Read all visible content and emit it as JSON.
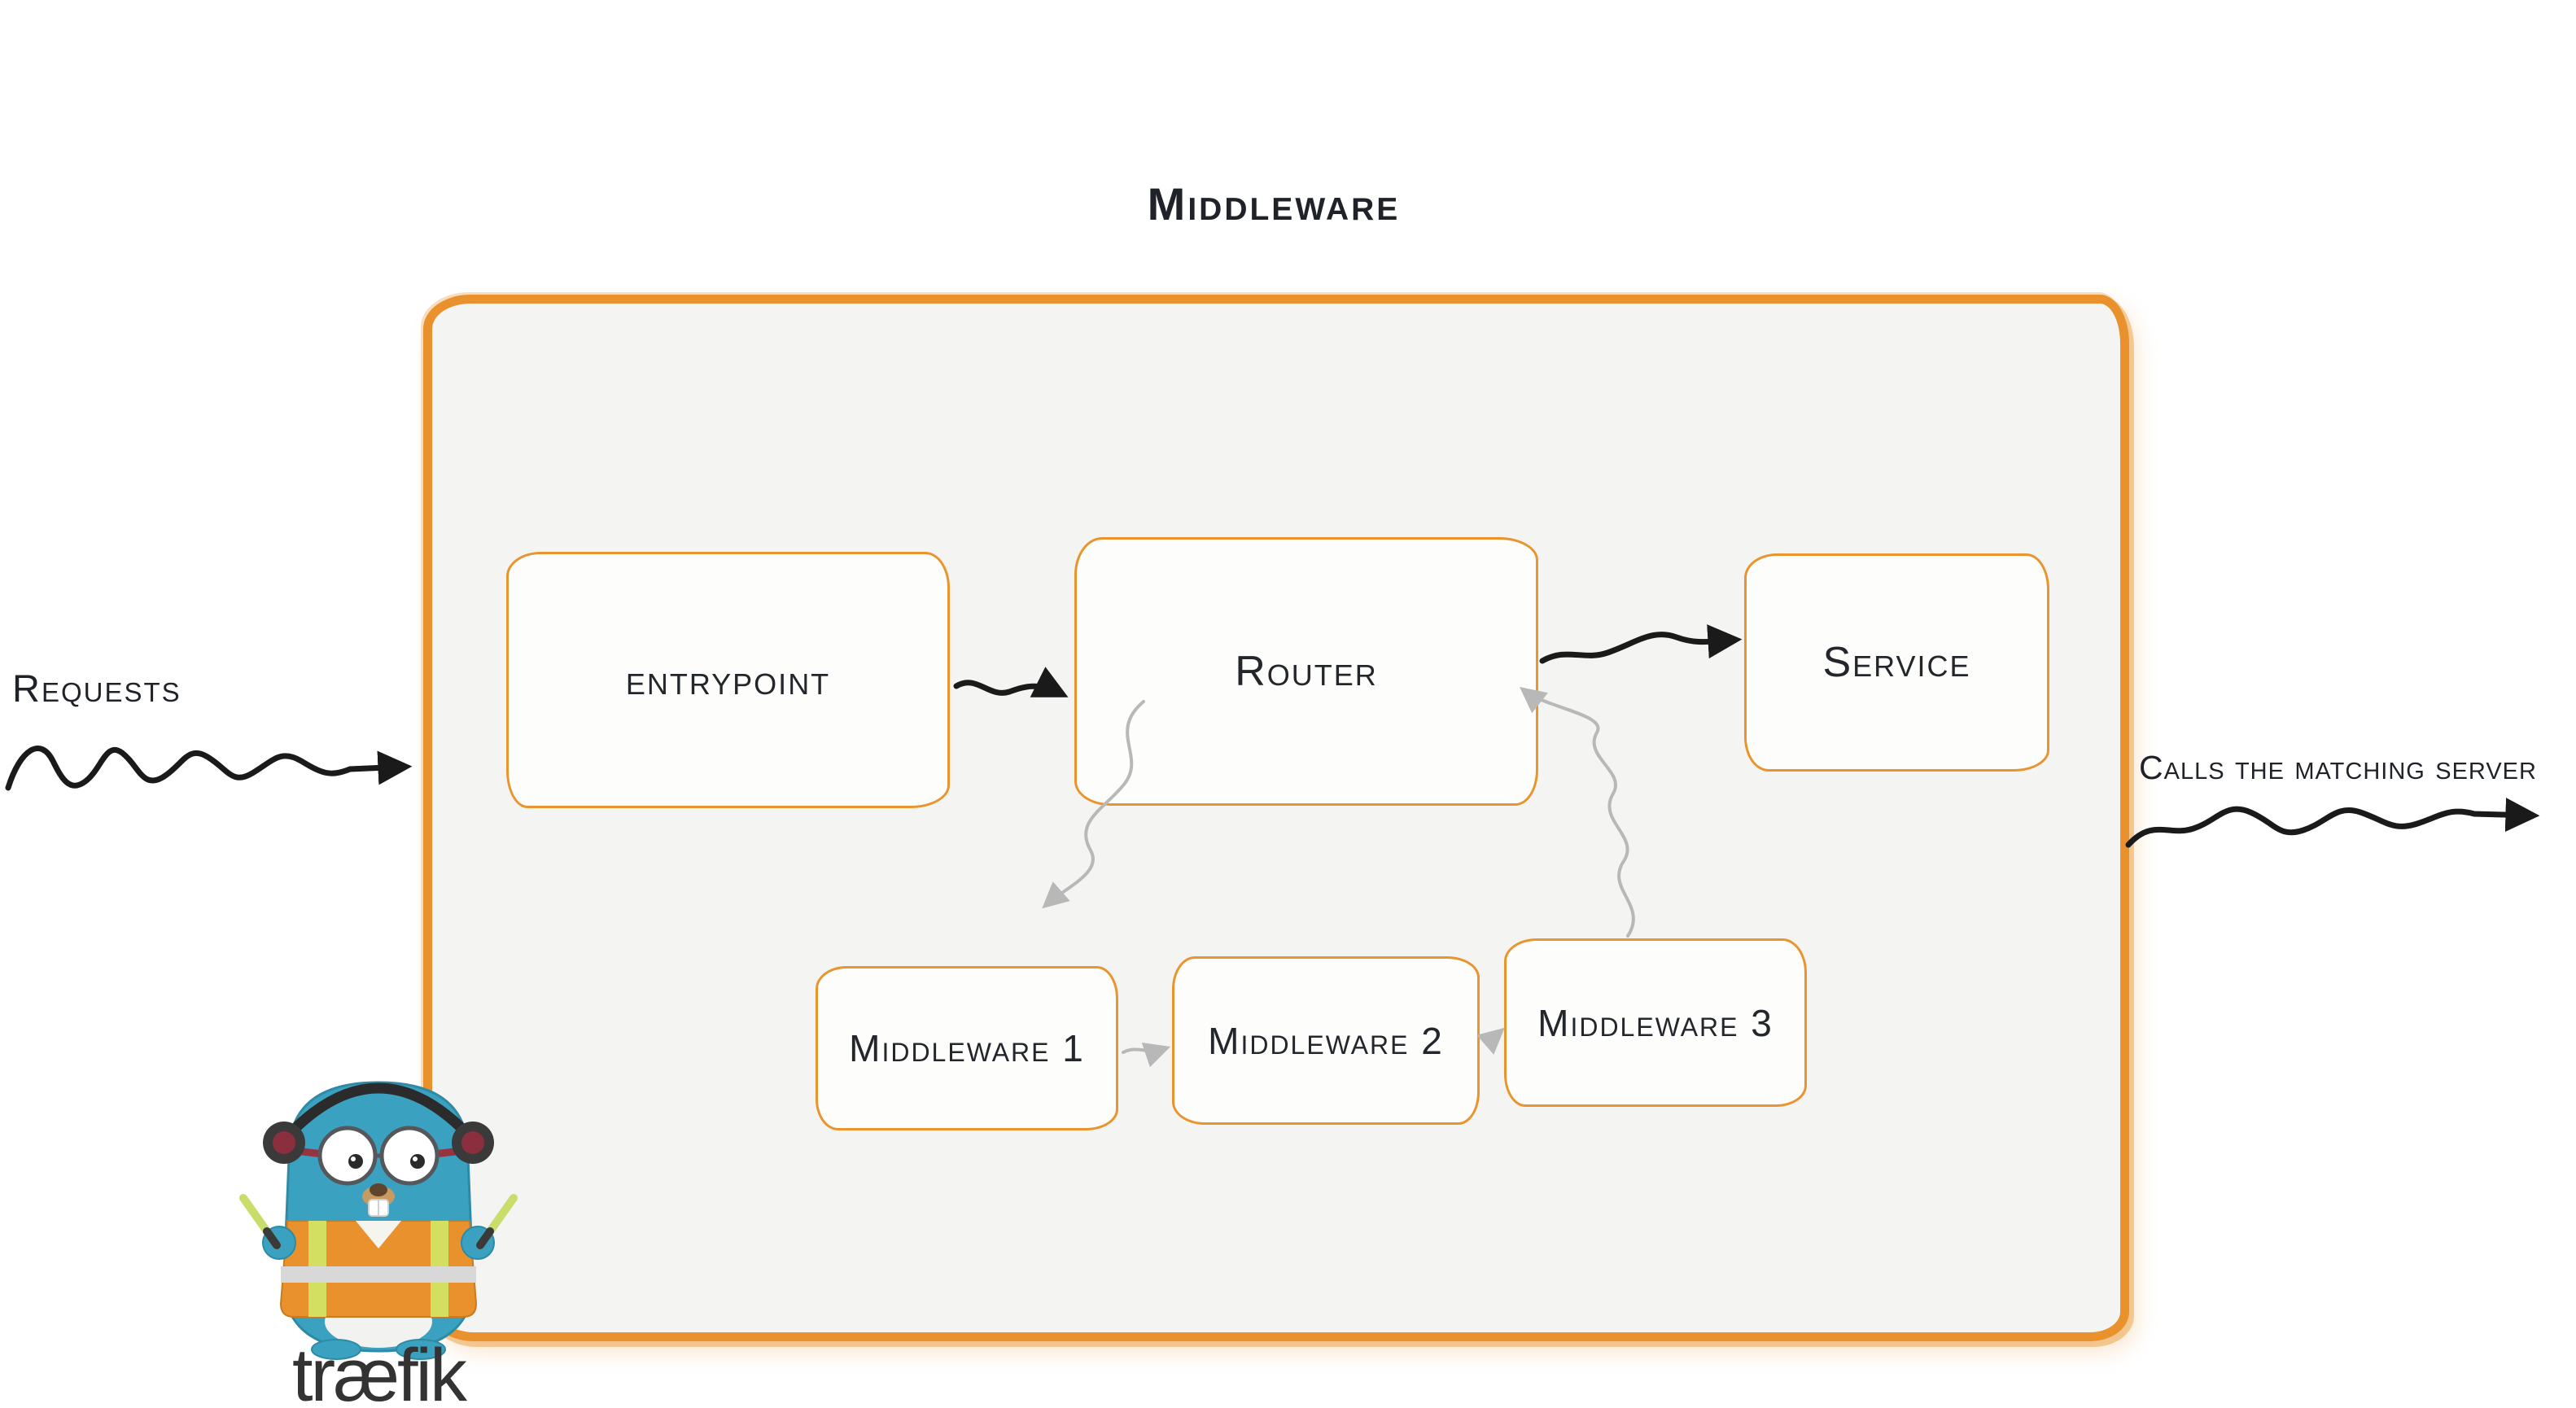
{
  "title": "Middleware",
  "nodes": {
    "entrypoint": {
      "label": "entrypoint"
    },
    "router": {
      "label": "Router"
    },
    "service": {
      "label": "Service"
    },
    "middleware1": {
      "label": "Middleware 1"
    },
    "middleware2": {
      "label": "Middleware 2"
    },
    "middleware3": {
      "label": "Middleware 3"
    }
  },
  "annotations": {
    "incoming": "Requests",
    "outgoing": "Calls the matching server"
  },
  "edges": [
    {
      "from": "requests",
      "to": "middleware-zone",
      "style": "black-squiggle-arrow"
    },
    {
      "from": "entrypoint",
      "to": "router",
      "style": "black-squiggle-arrow"
    },
    {
      "from": "router",
      "to": "service",
      "style": "black-squiggle-arrow"
    },
    {
      "from": "router",
      "to": "middleware1",
      "style": "gray-squiggle-arrow"
    },
    {
      "from": "middleware1",
      "to": "middleware2",
      "style": "gray-squiggle-arrow"
    },
    {
      "from": "middleware2",
      "to": "middleware3",
      "style": "gray-squiggle-arrow"
    },
    {
      "from": "middleware3",
      "to": "router",
      "style": "gray-squiggle-arrow"
    },
    {
      "from": "middleware-zone",
      "to": "calls-the-matching-server",
      "style": "black-squiggle-arrow"
    }
  ],
  "logo": {
    "wordmark": "træfik"
  },
  "colors": {
    "container_border": "#e8912d",
    "container_fill": "#f4f4f2",
    "node_border": "#e8952f",
    "node_fill": "#fdfdfb",
    "arrow_black": "#1a1a1a",
    "arrow_gray": "#b8b8b8",
    "text": "#1f2329",
    "mascot_teal": "#3aa2c0",
    "mascot_vest": "#e8912d",
    "mascot_glowstick": "#c9dd6b"
  }
}
